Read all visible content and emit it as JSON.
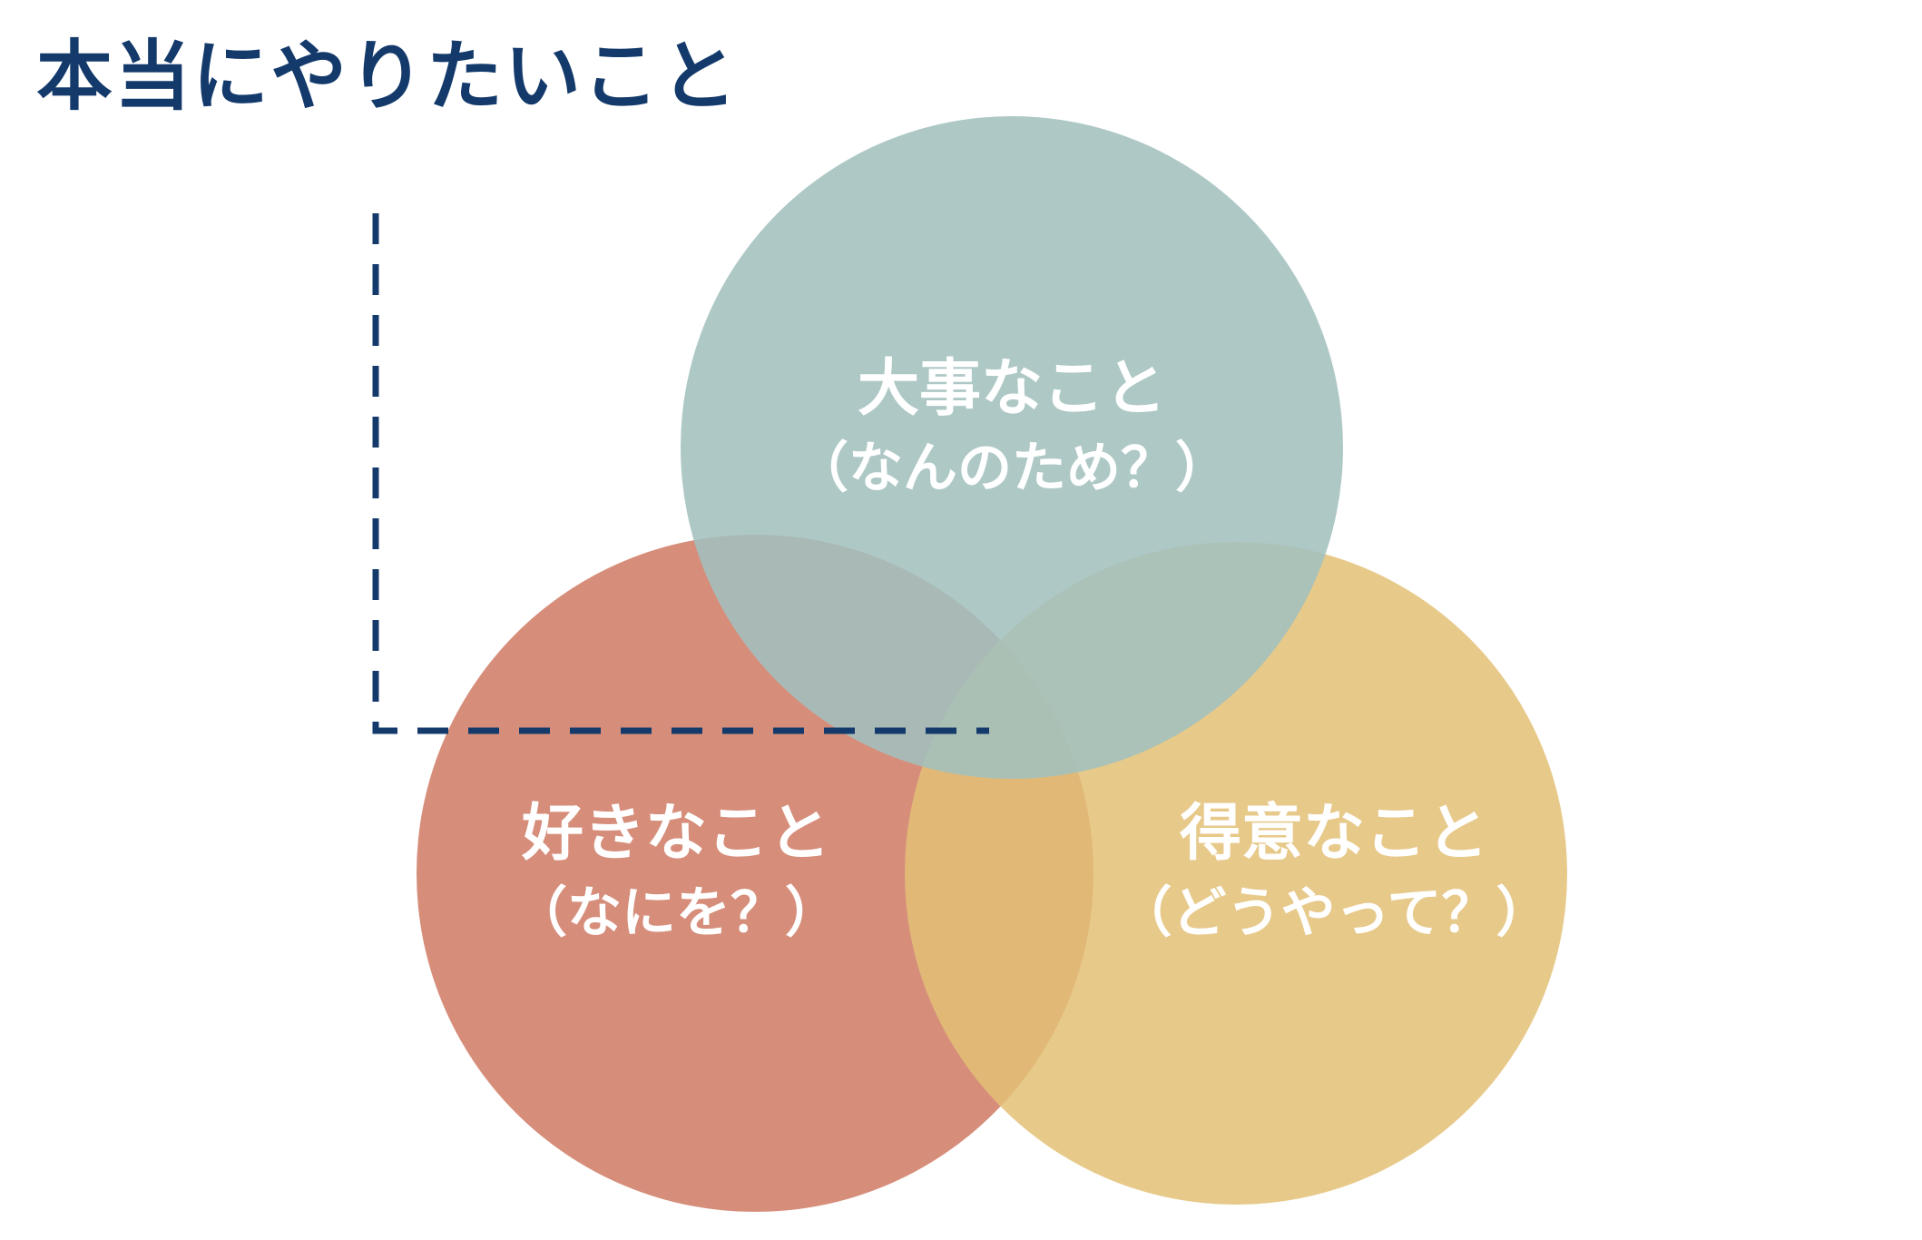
{
  "title": "本当にやりたいこと",
  "colors": {
    "title": "#133a6b",
    "dashed_line": "#133a6b",
    "circle_top": "#a3c0be",
    "circle_left": "#d28470",
    "circle_right": "#e3bf76",
    "label_text": "#ffffff"
  },
  "circles": {
    "important": {
      "label": "大事なこと",
      "sub_label": "（なんのため？）"
    },
    "like": {
      "label": "好きなこと",
      "sub_label": "（なにを？）"
    },
    "skill": {
      "label": "得意なこと",
      "sub_label": "（どうやって？）"
    }
  }
}
